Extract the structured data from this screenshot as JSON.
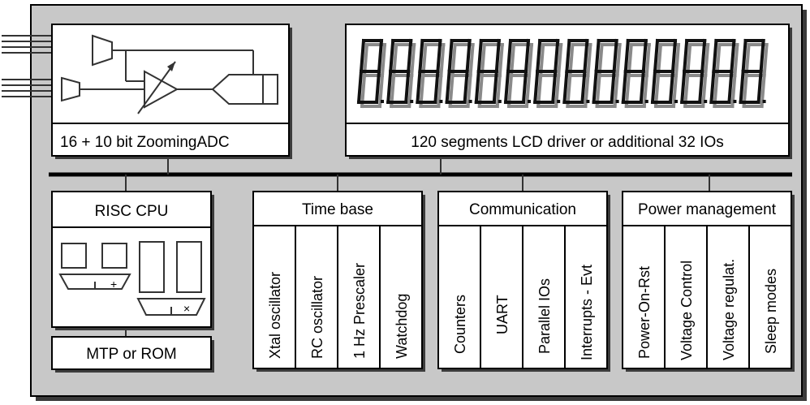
{
  "colors": {
    "panel": "#c8c8c8",
    "box": "#ffffff",
    "line": "#000000"
  },
  "adc": {
    "label": "16 + 10 bit ZoomingADC"
  },
  "lcd": {
    "label": "120 segments LCD driver or additional 32 IOs",
    "digits": 14
  },
  "cpu": {
    "label": "RISC CPU",
    "plus": "+",
    "times": "×"
  },
  "mtp": {
    "label": "MTP or ROM"
  },
  "timebase": {
    "label": "Time base",
    "items": [
      "Xtal oscillator",
      "RC oscillator",
      "1 Hz Prescaler",
      "Watchdog"
    ]
  },
  "communication": {
    "label": "Communication",
    "items": [
      "Counters",
      "UART",
      "Parallel IOs",
      "Interrupts - Evt"
    ]
  },
  "power": {
    "label": "Power management",
    "items": [
      "Power-On-Rst",
      "Voltage Control",
      "Voltage regulat.",
      "Sleep modes"
    ]
  }
}
